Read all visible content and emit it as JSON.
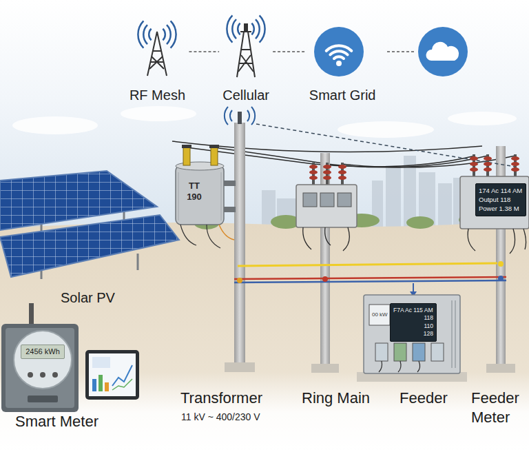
{
  "diagram": {
    "nodes": [
      {
        "text": [
          "RF Mesh"
        ]
      },
      {
        "text": [
          "Cellular"
        ]
      },
      {
        "text": [
          "Smart Grid"
        ]
      },
      {
        "text": [
          "TT 190"
        ]
      },
      {
        "text": [
          "174 Ac 114 AM",
          "Output 118",
          "Power 1.38 M"
        ]
      },
      {
        "text": [
          "F7A Ac 115 AM",
          "118",
          "110",
          "128"
        ]
      },
      {
        "text": [
          "2456 kWh"
        ]
      }
    ],
    "edges": [
      {
        "from": 0,
        "to": 1,
        "arrow": "none"
      },
      {
        "from": 1,
        "to": 2,
        "arrow": "none"
      }
    ],
    "labels": [
      "Solar PV",
      "Smart Meter",
      "Transformer",
      "11 kV ~ 400/230 V",
      "Ring Main",
      "Feeder",
      "Feeder Meter",
      "00 kW"
    ]
  }
}
